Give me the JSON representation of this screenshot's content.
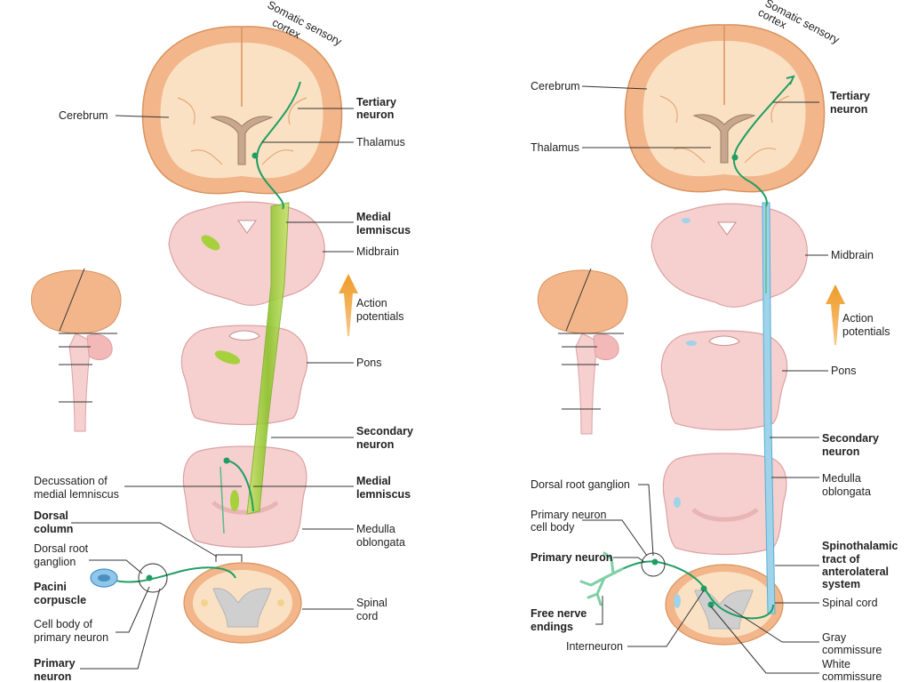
{
  "left": {
    "labels": {
      "cortex_1": "Somatic sensory",
      "cortex_2": "cortex",
      "cerebrum": "Cerebrum",
      "tertiary_1": "Tertiary",
      "tertiary_2": "neuron",
      "thalamus": "Thalamus",
      "ml_1": "Medial",
      "ml_2": "lemniscus",
      "midbrain": "Midbrain",
      "ap_1": "Action",
      "ap_2": "potentials",
      "pons": "Pons",
      "secondary_1": "Secondary",
      "secondary_2": "neuron",
      "decussation_1": "Decussation of",
      "decussation_2": "medial lemniscus",
      "ml2_1": "Medial",
      "ml2_2": "lemniscus",
      "dorsal_col_1": "Dorsal",
      "dorsal_col_2": "column",
      "drg_1": "Dorsal root",
      "drg_2": "ganglion",
      "medulla_1": "Medulla",
      "medulla_2": "oblongata",
      "pacini_1": "Pacini",
      "pacini_2": "corpuscle",
      "cellbody_1": "Cell body of",
      "cellbody_2": "primary neuron",
      "spinal_1": "Spinal",
      "spinal_2": "cord",
      "primary_1": "Primary",
      "primary_2": "neuron"
    }
  },
  "right": {
    "labels": {
      "cortex_1": "Somatic sensory",
      "cortex_2": "cortex",
      "cerebrum": "Cerebrum",
      "tertiary_1": "Tertiary",
      "tertiary_2": "neuron",
      "thalamus": "Thalamus",
      "midbrain": "Midbrain",
      "ap_1": "Action",
      "ap_2": "potentials",
      "pons": "Pons",
      "secondary_1": "Secondary",
      "secondary_2": "neuron",
      "drg": "Dorsal root ganglion",
      "medulla_1": "Medulla",
      "medulla_2": "oblongata",
      "pncb_1": "Primary neuron",
      "pncb_2": "cell body",
      "primary": "Primary neuron",
      "stt_1": "Spinothalamic",
      "stt_2": "tract of",
      "stt_3": "anterolateral",
      "stt_4": "system",
      "fne_1": "Free nerve",
      "fne_2": "endings",
      "spinal": "Spinal cord",
      "gray_1": "Gray",
      "gray_2": "commissure",
      "interneuron": "Interneuron",
      "white_1": "White",
      "white_2": "commissure"
    }
  },
  "colors": {
    "brain_outer": "#f2b68a",
    "brain_inner": "#fbe1c3",
    "brainstem": "#f6cfcf",
    "neuron_green": "#1f9e63",
    "tract_green": "#a6d03c",
    "tract_blue": "#9fd3ea",
    "arrow_orange": "#f0a030"
  }
}
